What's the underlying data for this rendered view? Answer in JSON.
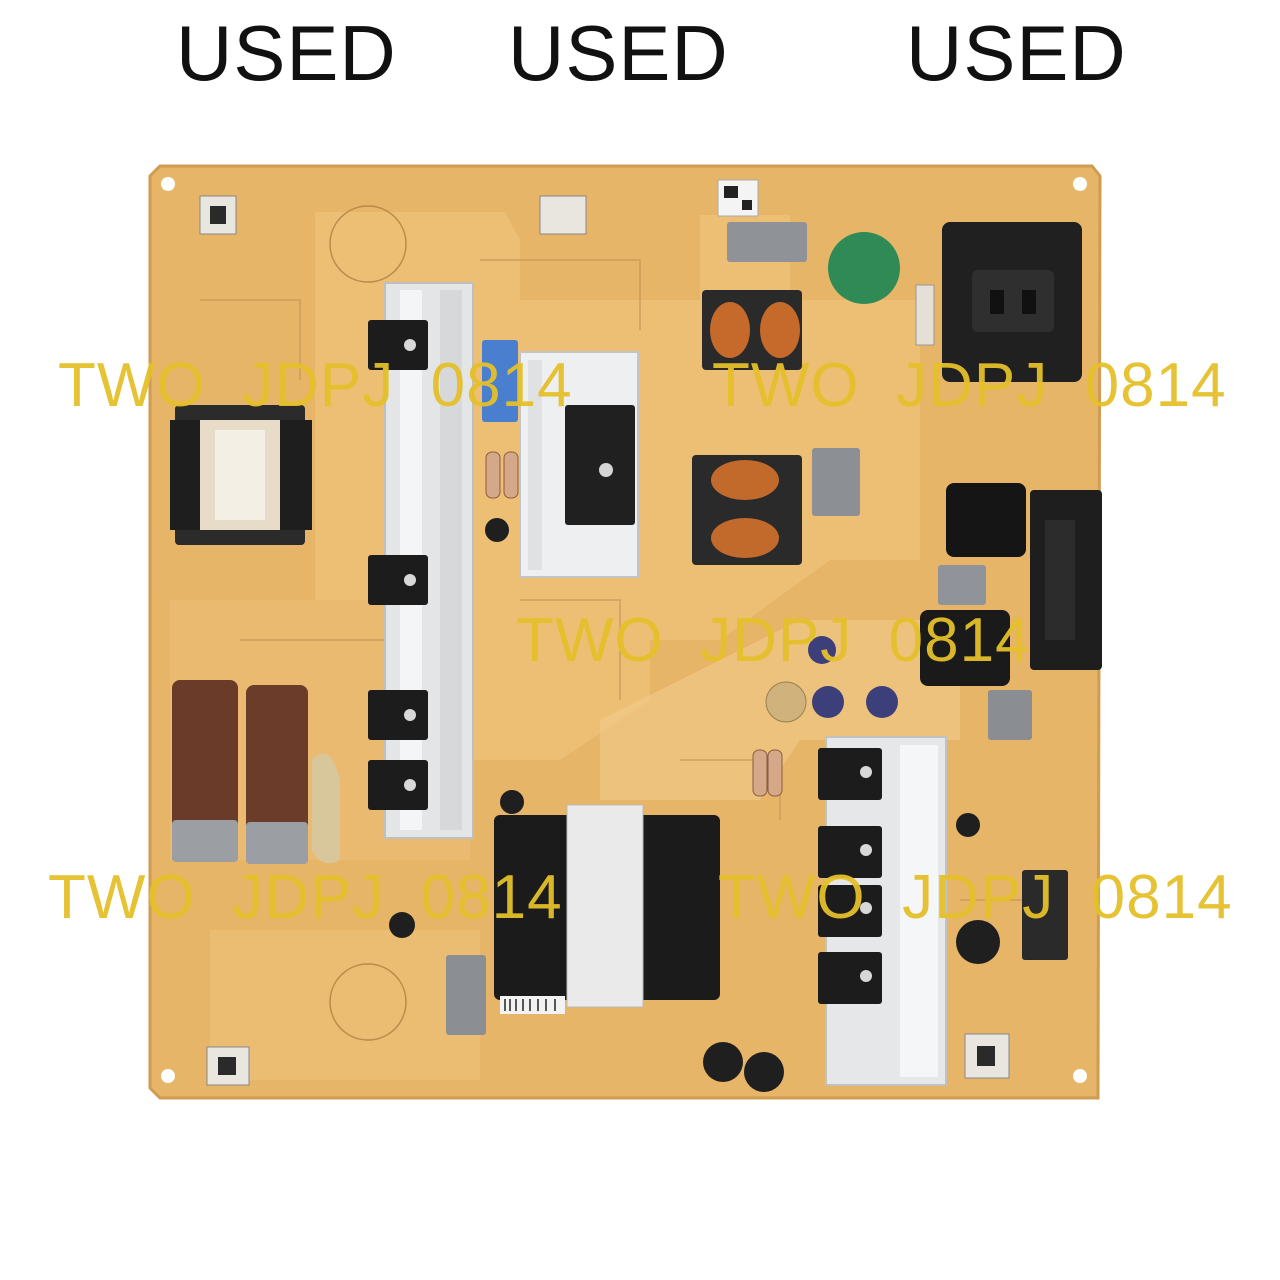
{
  "labels": {
    "used": [
      "USED",
      "USED",
      "USED"
    ],
    "watermark": "TWO  JDPJ  0814"
  },
  "colors": {
    "board": "#e8b96a",
    "board_edge": "#d9a659",
    "heatsink": "#e9eaeb",
    "watermark": "#e5c02a"
  }
}
